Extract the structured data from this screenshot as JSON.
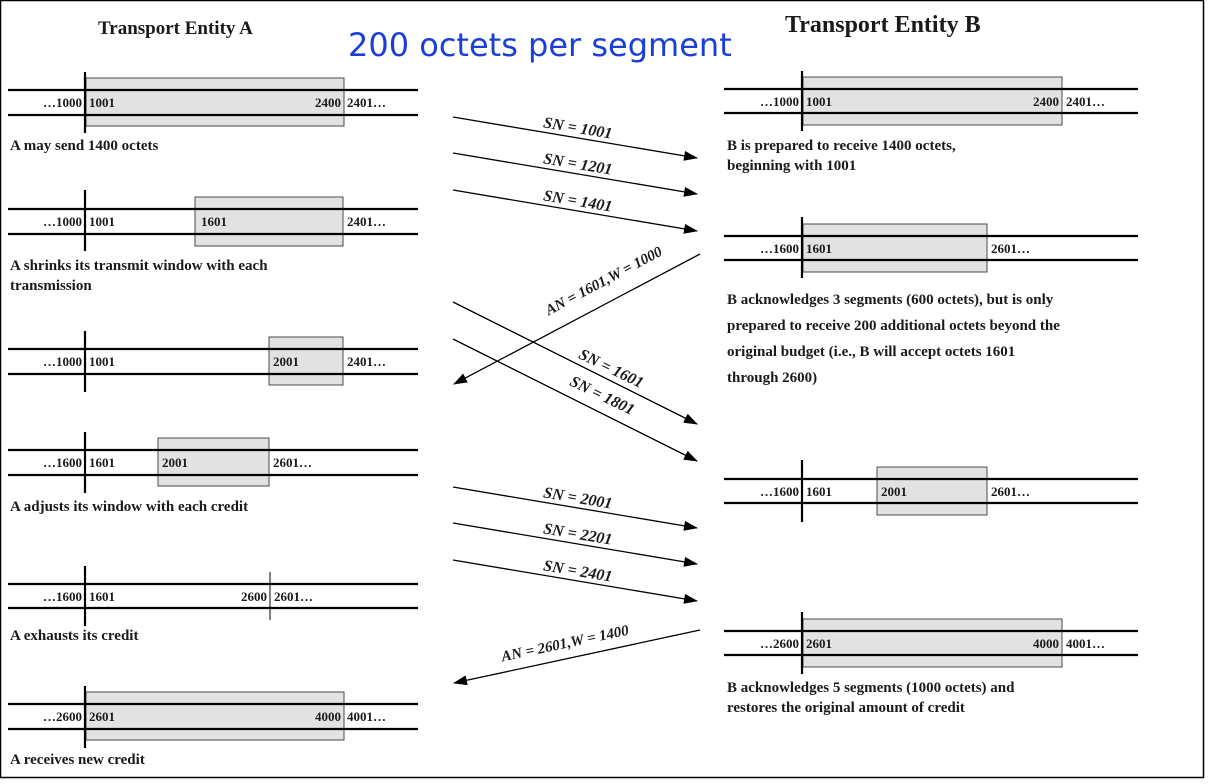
{
  "titles": {
    "entity_a": "Transport Entity A",
    "entity_b": "Transport Entity B",
    "note": "200 octets per segment"
  },
  "colors": {
    "text": "#1a1a1a",
    "note": "#1a3fd6",
    "window_fill": "#e2e2e2",
    "window_stroke": "#4a4a4a",
    "line": "#000000",
    "border": "#000000"
  },
  "a_rows": [
    {
      "labels": [
        "…1000",
        "1001",
        "2400",
        "2401…"
      ],
      "caption": [
        "A may send 1400 octets"
      ]
    },
    {
      "labels": [
        "…1000",
        "1001",
        "1601",
        "2401…"
      ],
      "caption": [
        "A shrinks its transmit window with each",
        "transmission"
      ]
    },
    {
      "labels": [
        "…1000",
        "1001",
        "2001",
        "2401…"
      ],
      "caption": []
    },
    {
      "labels": [
        "…1600",
        "1601",
        "2001",
        "2601…"
      ],
      "caption": [
        "A adjusts its window with each credit"
      ]
    },
    {
      "labels": [
        "…1600",
        "1601",
        "2600",
        "2601…"
      ],
      "caption": [
        "A exhausts its credit"
      ]
    },
    {
      "labels": [
        "…2600",
        "2601",
        "4000",
        "4001…"
      ],
      "caption": [
        "A receives new credit"
      ]
    }
  ],
  "b_rows": [
    {
      "labels": [
        "…1000",
        "1001",
        "2400",
        "2401…"
      ],
      "caption": [
        "B is prepared to receive 1400 octets,",
        "beginning with 1001"
      ]
    },
    {
      "labels": [
        "…1600",
        "1601",
        "2601…"
      ],
      "caption": [
        "B acknowledges 3 segments (600 octets), but is only",
        "prepared to receive 200 additional octets beyond the",
        "original budget (i.e., B will accept octets 1601",
        "through 2600)"
      ]
    },
    {
      "labels": [
        "…1600",
        "1601",
        "2001",
        "2601…"
      ],
      "caption": []
    },
    {
      "labels": [
        "…2600",
        "2601",
        "4000",
        "4001…"
      ],
      "caption": [
        "B acknowledges 5 segments (1000 octets) and",
        "restores the original amount of credit"
      ]
    }
  ],
  "messages": [
    {
      "label": "SN = 1001"
    },
    {
      "label": "SN = 1201"
    },
    {
      "label": "SN = 1401"
    },
    {
      "label": "AN = 1601,W = 1000"
    },
    {
      "label": "SN = 1601"
    },
    {
      "label": "SN = 1801"
    },
    {
      "label": "SN = 2001"
    },
    {
      "label": "SN = 2201"
    },
    {
      "label": "SN = 2401"
    },
    {
      "label": "AN = 2601,W = 1400"
    }
  ]
}
